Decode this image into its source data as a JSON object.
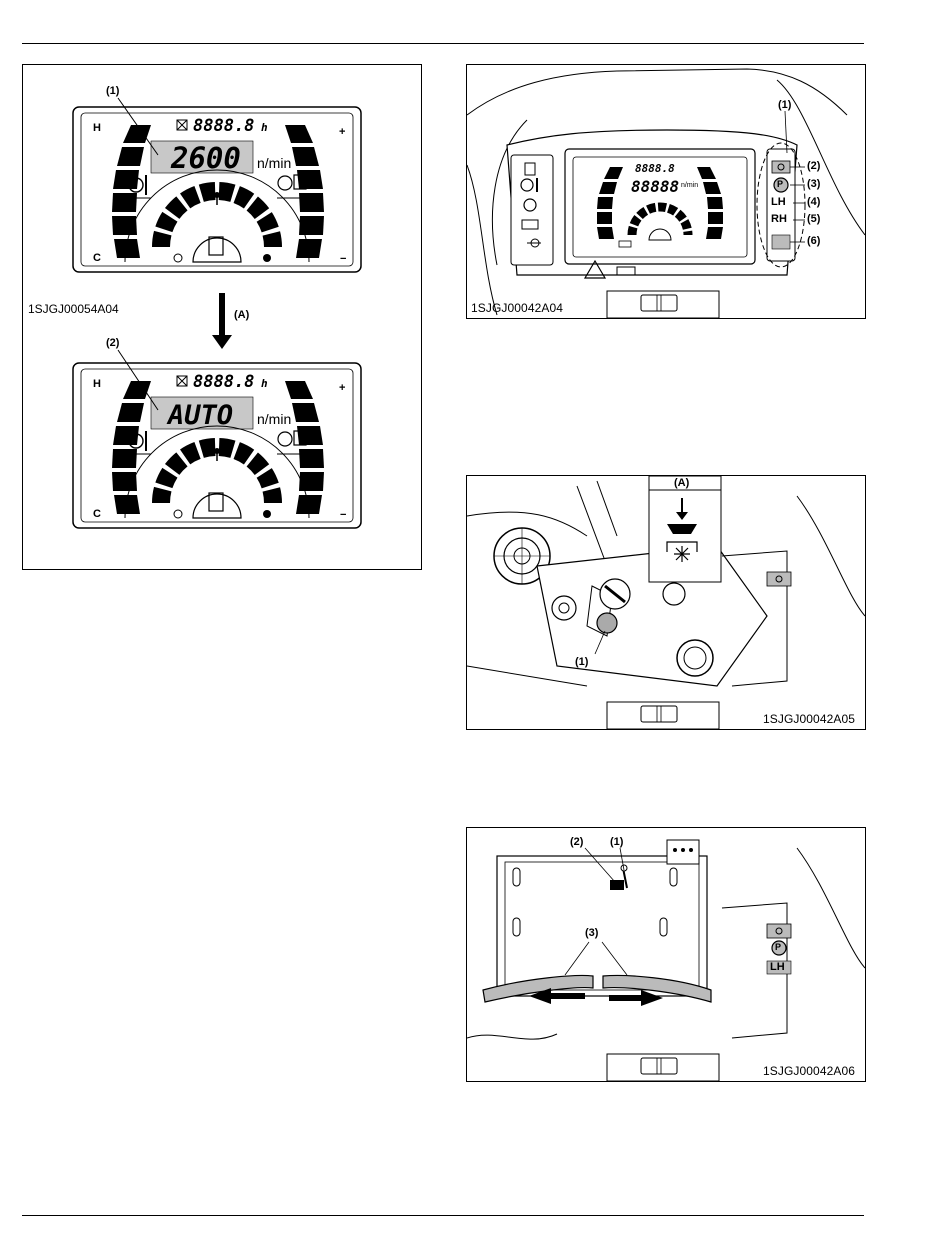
{
  "fig1": {
    "caption": "1SJGJ00054A04",
    "callout_1": "(1)",
    "callout_2": "(2)",
    "callout_a": "(A)",
    "hours_digits": "8888.8",
    "hours_unit": "h",
    "rpm_unit": "n/min",
    "top_digits": "2600",
    "bottom_digits": "AUTO",
    "h_mark": "H",
    "c_mark": "C",
    "plus_mark": "+",
    "minus_mark": "−"
  },
  "fig2": {
    "caption": "1SJGJ00042A04",
    "callouts": [
      "(1)",
      "(2)",
      "(3)",
      "(4)",
      "(5)",
      "(6)"
    ],
    "lh": "LH",
    "rh": "RH",
    "p": "P",
    "hours_digits": "8888.8",
    "rpm_digits": "88888",
    "rpm_unit": "n/min"
  },
  "fig3": {
    "caption": "1SJGJ00042A05",
    "callout_a": "(A)",
    "callout_1": "(1)"
  },
  "fig4": {
    "caption": "1SJGJ00042A06",
    "callout_1": "(1)",
    "callout_2": "(2)",
    "callout_3": "(3)",
    "lh": "LH",
    "p": "P"
  }
}
